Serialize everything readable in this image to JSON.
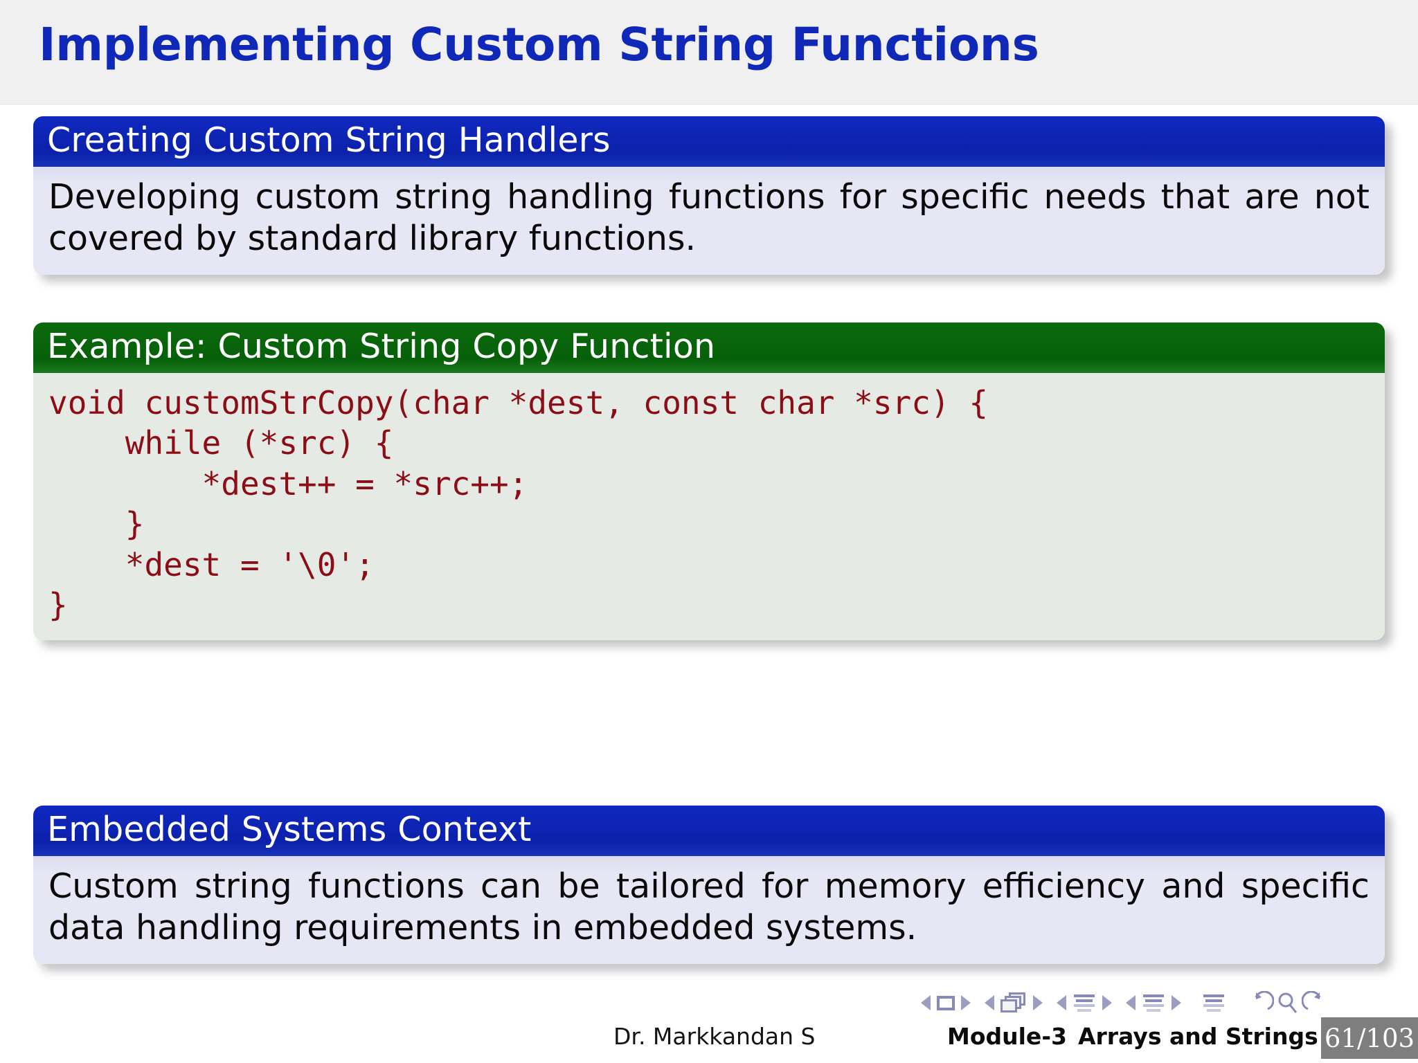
{
  "slide": {
    "title": "Implementing Custom String Functions",
    "title_color": "#0f28b8",
    "header_bg": "#f0f0f0"
  },
  "blocks": [
    {
      "id": "definition",
      "kind": "block",
      "accent": "#0c21ab",
      "body_bg": "#e6e6f4",
      "title": "Creating Custom String Handlers",
      "body": "Developing custom string handling functions for specific needs that are not covered by standard library functions."
    },
    {
      "id": "example",
      "kind": "example-block",
      "accent": "#06600a",
      "body_bg": "#e5ebe4",
      "title": "Example: Custom String Copy Function",
      "code_color": "#8c0d16",
      "code": "void customStrCopy(char *dest, const char *src) {\n    while (*src) {\n        *dest++ = *src++;\n    }\n    *dest = '\\0';\n}"
    },
    {
      "id": "context",
      "kind": "block",
      "accent": "#0c21ab",
      "body_bg": "#e6e6f4",
      "title": "Embedded Systems Context",
      "body": "Custom string functions can be tailored for memory efficiency and specific data handling requirements in embedded systems."
    }
  ],
  "footer": {
    "author": "Dr. Markkandan S",
    "section_number": "Module-3",
    "section_title": "Arrays and Strings",
    "page": "61/103",
    "badge_bg": "#7e7e7e"
  },
  "navigation": {
    "icon_color": "#8989b6",
    "items": [
      "prev-frame-icon",
      "frame-icon",
      "next-frame-icon",
      "prev-subsection-icon",
      "subsection-icon",
      "next-subsection-icon",
      "prev-section-icon",
      "section-icon",
      "next-section-icon",
      "prev-part-icon",
      "part-icon",
      "next-part-icon",
      "doc-icon",
      "back-icon",
      "search-icon",
      "forward-icon"
    ]
  }
}
